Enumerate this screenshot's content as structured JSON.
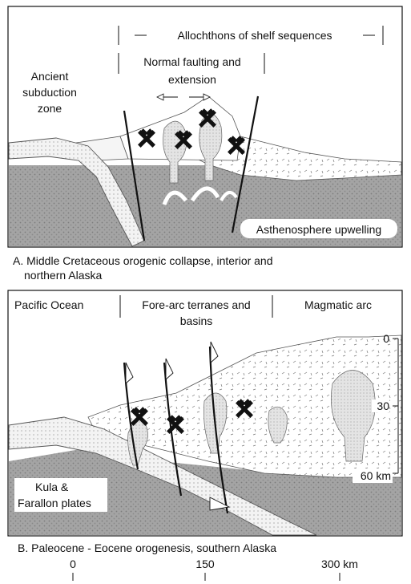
{
  "panel_a": {
    "header_allochthons": "Allochthons of shelf sequences",
    "header_normal_faulting_line1": "Normal faulting and",
    "header_normal_faulting_line2": "extension",
    "label_ancient_line1": "Ancient",
    "label_ancient_line2": "subduction",
    "label_ancient_line3": "zone",
    "label_asthenosphere": "Asthenosphere upwelling",
    "caption_line1": "A.  Middle Cretaceous orogenic collapse, interior and",
    "caption_line2": "northern Alaska"
  },
  "panel_b": {
    "header_pacific": "Pacific Ocean",
    "header_forearc_line1": "Fore-arc terranes and",
    "header_forearc_line2": "basins",
    "header_magmatic": "Magmatic arc",
    "depth_ticks": [
      "0",
      "30",
      "60 km"
    ],
    "label_plates_line1": "Kula &",
    "label_plates_line2": "Farallon plates",
    "caption": "B.  Paleocene - Eocene orogenesis, southern Alaska"
  },
  "scale_bar": {
    "ticks": [
      "0",
      "150",
      "300 km"
    ]
  },
  "colors": {
    "crust": "#d7d7d7",
    "mantle": "#9a9a9a",
    "slab": "#ececec",
    "line": "#111111"
  },
  "icons": [
    "crossed-hammers-icon",
    "extension-arrows-icon",
    "fault-slip-arrow-icon"
  ]
}
